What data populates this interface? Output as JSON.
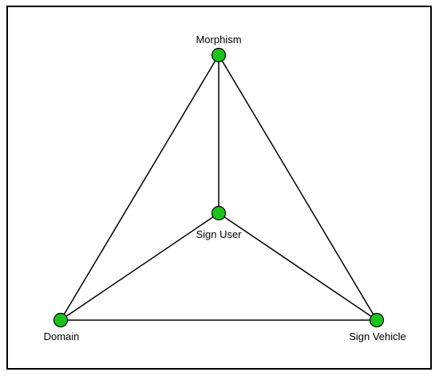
{
  "diagram": {
    "node_color": "#1fc11f",
    "edge_color": "#000000",
    "nodes": [
      {
        "id": "morphism",
        "label": "Morphism"
      },
      {
        "id": "sign-user",
        "label": "Sign User"
      },
      {
        "id": "domain",
        "label": "Domain"
      },
      {
        "id": "sign-vehicle",
        "label": "Sign Vehicle"
      }
    ],
    "edges": [
      {
        "from": "morphism",
        "to": "sign-user"
      },
      {
        "from": "morphism",
        "to": "domain"
      },
      {
        "from": "morphism",
        "to": "sign-vehicle"
      },
      {
        "from": "sign-user",
        "to": "domain"
      },
      {
        "from": "sign-user",
        "to": "sign-vehicle"
      },
      {
        "from": "domain",
        "to": "sign-vehicle"
      }
    ]
  }
}
